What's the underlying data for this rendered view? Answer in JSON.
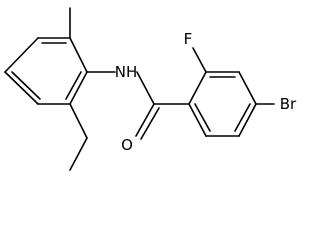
{
  "molecule": {
    "labels": {
      "nitrogen": "NH",
      "oxygen": "O",
      "fluorine": "F",
      "bromine": "Br"
    },
    "colors": {
      "bond": "#000000",
      "text": "#000000",
      "background": "#ffffff"
    }
  }
}
